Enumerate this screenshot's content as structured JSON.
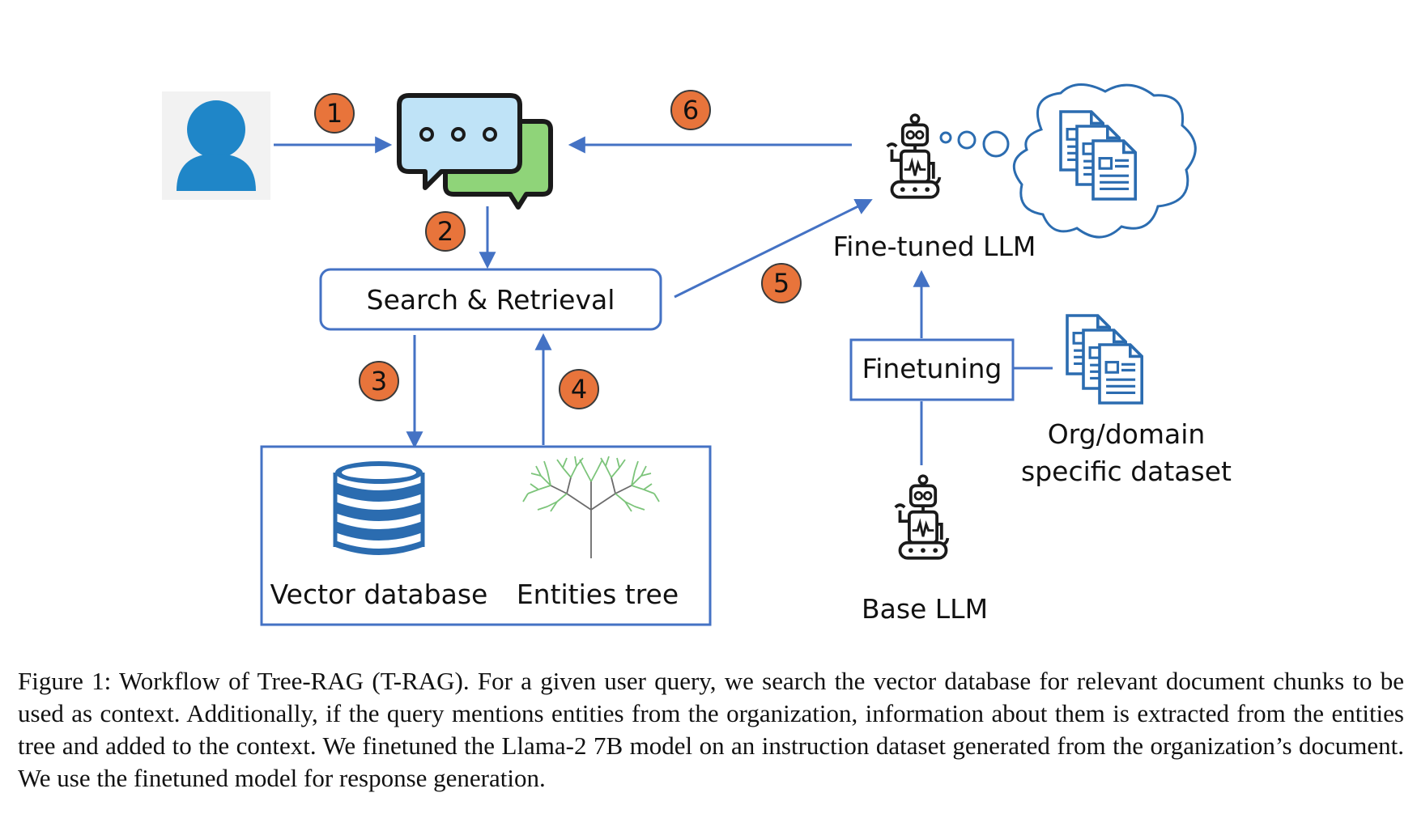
{
  "steps": [
    "1",
    "2",
    "3",
    "4",
    "5",
    "6"
  ],
  "nodes": {
    "search_retrieval": "Search & Retrieval",
    "vector_database": "Vector database",
    "entities_tree": "Entities tree",
    "fine_tuned_llm": "Fine-tuned LLM",
    "finetuning": "Finetuning",
    "dataset_line1": "Org/domain",
    "dataset_line2": "specific dataset",
    "base_llm": "Base LLM"
  },
  "icons": {
    "user": "user-icon",
    "chat": "chat-bubbles-icon",
    "database": "database-icon",
    "tree": "tree-icon",
    "robot": "robot-icon",
    "documents": "documents-icon",
    "cloud": "thought-cloud-icon"
  },
  "colors": {
    "accent_blue": "#4472c4",
    "step_badge": "#e8743b",
    "user_blue": "#1f86c8",
    "chat_blue": "#bfe3f7",
    "chat_green": "#8fd479",
    "tree_green": "#7cc47a",
    "database_blue": "#2b6cb0"
  },
  "caption": "Figure 1: Workflow of Tree-RAG (T-RAG). For a given user query, we search the vector database for relevant document chunks to be used as context. Additionally, if the query mentions entities from the organization, information about them is extracted from the entities tree and added to the context. We finetuned the Llama-2 7B model on an instruction dataset generated from the organization’s document. We use the finetuned model for response generation."
}
